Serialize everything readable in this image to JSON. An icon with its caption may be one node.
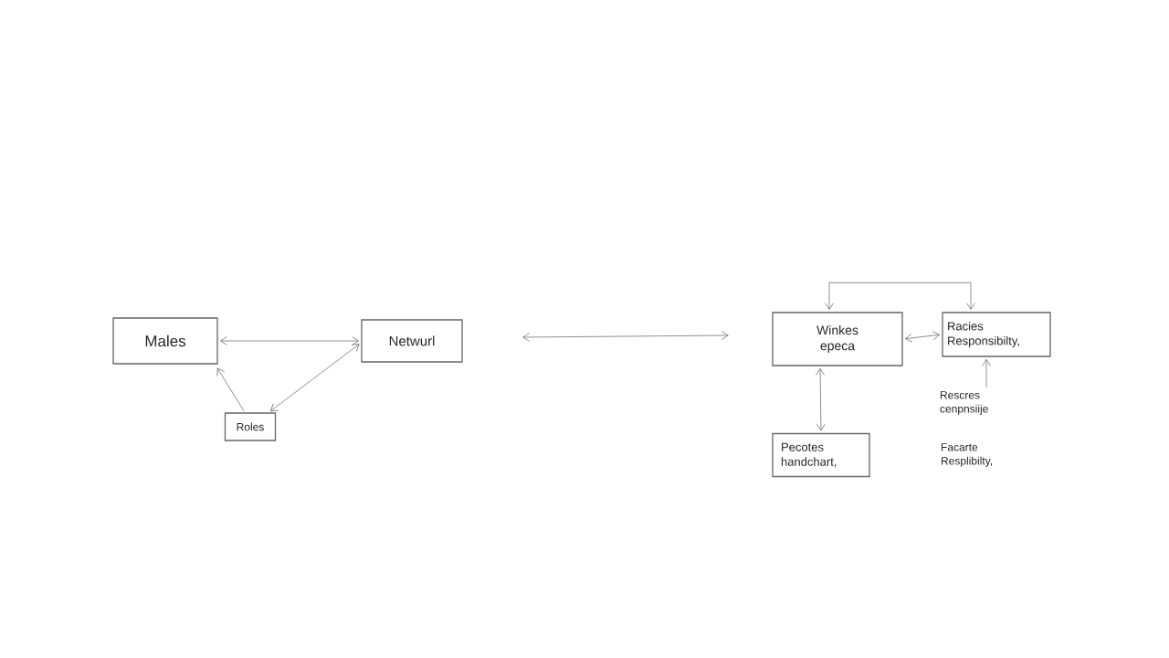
{
  "diagram": {
    "nodes": [
      {
        "text": [
          "Males"
        ]
      },
      {
        "text": [
          "Netwurl"
        ]
      },
      {
        "text": [
          "Roles"
        ]
      },
      {
        "text": [
          "Winkes epeca"
        ]
      },
      {
        "text": [
          "Racies Responsibilty,"
        ]
      },
      {
        "text": [
          "Rescres cenpnsiije"
        ]
      },
      {
        "text": [
          "Pecotes handchart,"
        ]
      }
    ],
    "edges": [
      {
        "from": 0,
        "to": 1,
        "arrow": "both"
      },
      {
        "from": 2,
        "to": 0,
        "arrow": "to"
      },
      {
        "from": 1,
        "to": 2,
        "arrow": "both"
      },
      {
        "from": 3,
        "to": 4,
        "arrow": "both"
      },
      {
        "from": 3,
        "to": 4,
        "arrow": "both"
      },
      {
        "from": 3,
        "to": 6,
        "arrow": "both"
      },
      {
        "from": 5,
        "to": 4,
        "arrow": "to"
      }
    ],
    "labels": [
      "Facarte Resplibilty,"
    ]
  }
}
